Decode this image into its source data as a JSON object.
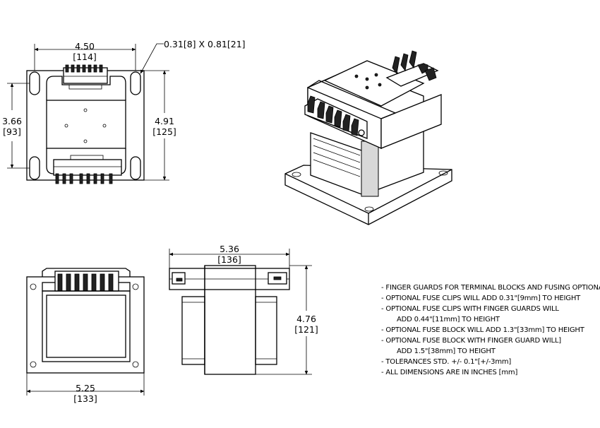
{
  "dimensions": {
    "top_width": "4.50",
    "top_width_mm": "[114]",
    "slot": "0.31[8] X 0.81[21]",
    "top_inner_height": "3.66",
    "top_inner_height_mm": "[93]",
    "top_height": "4.91",
    "top_height_mm": "[125]",
    "side_width": "5.36",
    "side_width_mm": "[136]",
    "side_height": "4.76",
    "side_height_mm": "[121]",
    "front_width": "5.25",
    "front_width_mm": "[133]"
  },
  "notes": [
    "- FINGER GUARDS FOR TERMINAL BLOCKS AND FUSING OPTIONAL",
    "- OPTIONAL FUSE CLIPS WILL ADD 0.31\"[9mm] TO HEIGHT",
    "- OPTIONAL FUSE CLIPS WITH FINGER GUARDS WILL",
    "ADD 0.44\"[11mm] TO HEIGHT",
    "- OPTIONAL FUSE BLOCK WILL ADD 1.3\"[33mm] TO HEIGHT",
    "- OPTIONAL FUSE BLOCK WITH FINGER GUARD WILL]",
    "ADD 1.5\"[38mm] TO HEIGHT",
    "- TOLERANCES STD. +/- 0.1\"[+/-3mm]",
    "- ALL DIMENSIONS ARE IN INCHES [mm]"
  ]
}
